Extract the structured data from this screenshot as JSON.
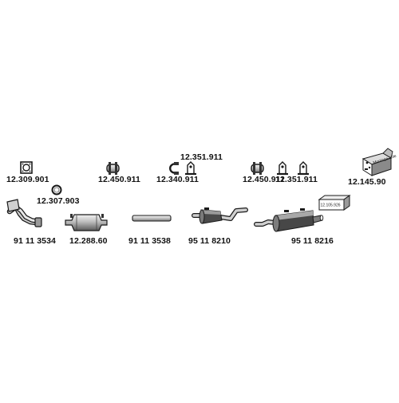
{
  "parts": {
    "p1": "12.309.901",
    "p2": "12.307.903",
    "p3": "91 11 3534",
    "p4": "12.288.60",
    "p5": "12.450.911",
    "p6": "91 11 3538",
    "p7": "12.340.911",
    "p8": "12.351.911",
    "p9": "95 11 8210",
    "p10": "12.450.911",
    "p11": "12.351.911",
    "p12": "95 11 8216",
    "p13": "12.145.90"
  },
  "kits": {
    "box_label": "12.105.926",
    "montage_label": "Montage-teile"
  },
  "colors": {
    "line": "#1a1a1a",
    "fill_light": "#d9d9d9",
    "fill_mid": "#a8a8a8",
    "fill_dark": "#4d4d4d"
  }
}
